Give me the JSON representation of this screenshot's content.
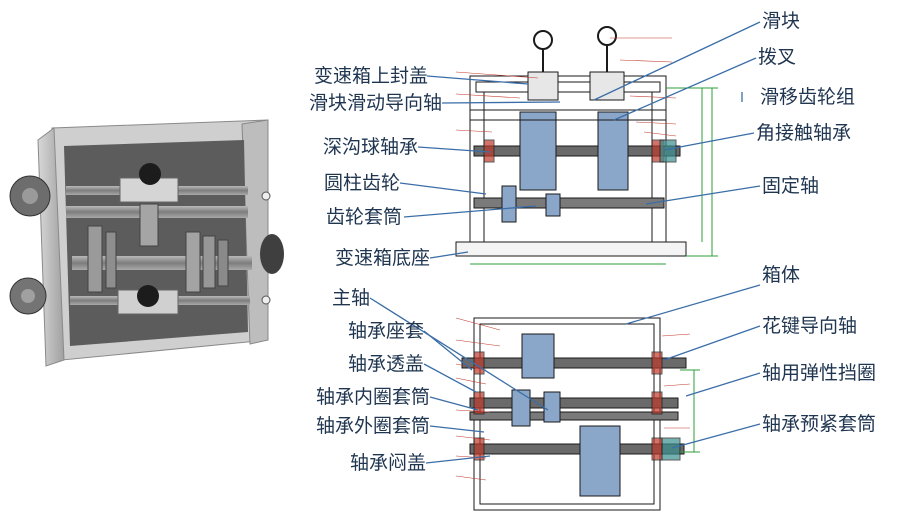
{
  "labels_left": [
    {
      "id": "gearbox-top-cover",
      "text": "变速箱上封盖"
    },
    {
      "id": "slider-guide-shaft",
      "text": "滑块滑动导向轴"
    },
    {
      "id": "deep-groove-bearing",
      "text": "深沟球轴承"
    },
    {
      "id": "spur-gear",
      "text": "圆柱齿轮"
    },
    {
      "id": "gear-sleeve",
      "text": "齿轮套筒"
    },
    {
      "id": "gearbox-base",
      "text": "变速箱底座"
    },
    {
      "id": "main-shaft",
      "text": "主轴"
    },
    {
      "id": "bearing-housing-sleeve",
      "text": "轴承座套"
    },
    {
      "id": "bearing-through-cover",
      "text": "轴承透盖"
    },
    {
      "id": "bearing-inner-ring-sleeve",
      "text": "轴承内圈套筒"
    },
    {
      "id": "bearing-outer-ring-sleeve",
      "text": "轴承外圈套筒"
    },
    {
      "id": "bearing-blind-cover",
      "text": "轴承闷盖"
    }
  ],
  "labels_right": [
    {
      "id": "slider",
      "text": "滑块"
    },
    {
      "id": "shift-fork",
      "text": "拨叉"
    },
    {
      "id": "sliding-gear-set",
      "text": "滑移齿轮组"
    },
    {
      "id": "angular-contact-bearing",
      "text": "角接触轴承"
    },
    {
      "id": "fixed-shaft",
      "text": "固定轴"
    },
    {
      "id": "box-body",
      "text": "箱体"
    },
    {
      "id": "spline-guide-shaft",
      "text": "花键导向轴"
    },
    {
      "id": "shaft-circlip",
      "text": "轴用弹性挡圈"
    },
    {
      "id": "bearing-preload-sleeve",
      "text": "轴承预紧套筒"
    }
  ],
  "colors": {
    "label_text": "#1f3550",
    "leader_line": "#3b6ea8",
    "drawing_line": "#1a1a1a",
    "dimension_line": "#2e9e3a",
    "shaft_fill": "#6a6a6a",
    "gear_fill": "#8aa6c8",
    "highlight_red": "#c0392b",
    "photo_metal": "#8d8d8d"
  },
  "icons": {
    "photo": "gearbox-photo-illustration",
    "drawing_top": "gearbox-front-section-drawing",
    "drawing_bottom": "gearbox-top-section-drawing"
  }
}
